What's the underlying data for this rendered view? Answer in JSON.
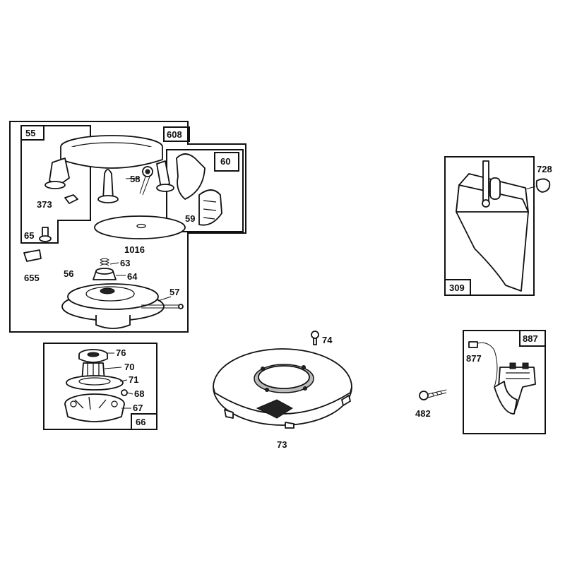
{
  "parts": {
    "p55": "55",
    "p608": "608",
    "p60": "60",
    "p58": "58",
    "p373": "373",
    "p59": "59",
    "p65": "65",
    "p1016": "1016",
    "p655": "655",
    "p63": "63",
    "p56": "56",
    "p64": "64",
    "p57": "57",
    "p76": "76",
    "p70": "70",
    "p71": "71",
    "p68": "68",
    "p67": "67",
    "p66": "66",
    "p74": "74",
    "p73": "73",
    "p728": "728",
    "p309": "309",
    "p887": "887",
    "p877": "877",
    "p482": "482"
  },
  "colors": {
    "ink": "#111111",
    "background": "#ffffff"
  }
}
